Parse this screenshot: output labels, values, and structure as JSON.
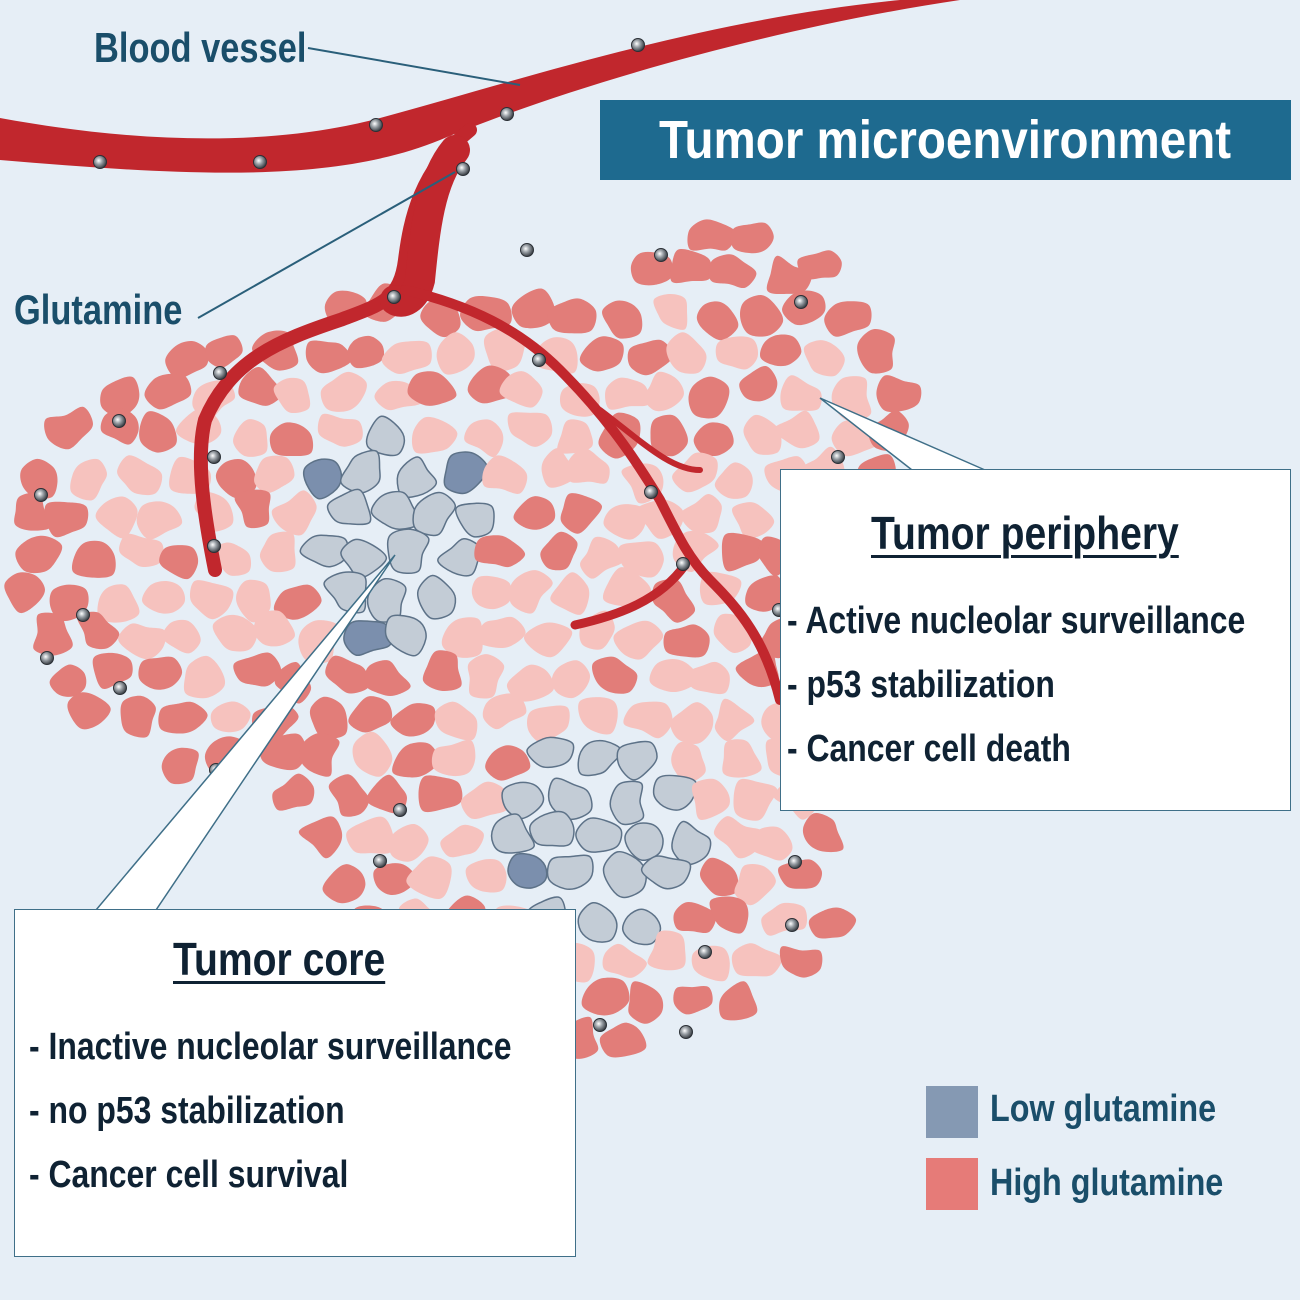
{
  "title": "Tumor microenvironment",
  "labels": {
    "blood_vessel": "Blood vessel",
    "glutamine": "Glutamine"
  },
  "periphery": {
    "heading": "Tumor periphery",
    "items": [
      "- Active nucleolar surveillance",
      "- p53 stabilization",
      "- Cancer cell death"
    ]
  },
  "core": {
    "heading": "Tumor core",
    "items": [
      "- Inactive nucleolar surveillance",
      "- no p53 stabilization",
      "- Cancer cell survival"
    ]
  },
  "legend": {
    "low": {
      "label": "Low glutamine",
      "color": "#8599b3"
    },
    "high": {
      "label": "High glutamine",
      "color": "#e67b78"
    }
  },
  "colors": {
    "background": "#e6eef6",
    "vessel": "#c1272d",
    "cell_dark": "#e27d79",
    "cell_light": "#f6c2be",
    "cell_core": "#c3ccd6",
    "cell_core_dark": "#7b8fad",
    "title_bg": "#1e6a8f",
    "glutamine_dot": "#8a8f96"
  }
}
